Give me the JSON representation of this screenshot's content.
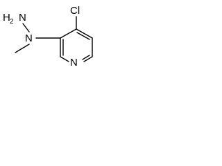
{
  "molecule": {
    "atoms": {
      "chlorine": "Cl",
      "amine_n": "N",
      "amine_h": "H",
      "amine_h_count": "2",
      "ring_n": "N",
      "methyl_n": "N"
    }
  },
  "colors": {
    "bond": "#000000",
    "text": "#000000",
    "background": "#ffffff"
  }
}
